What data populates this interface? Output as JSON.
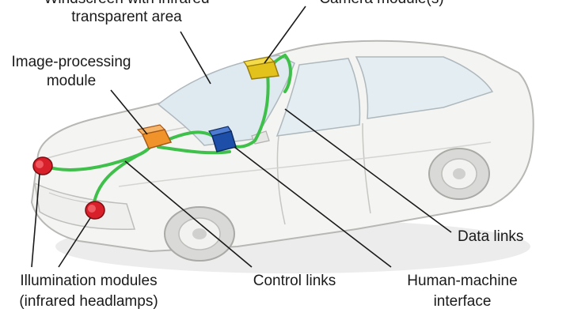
{
  "labels": {
    "windscreen_line1": "Windscreen with infrared",
    "windscreen_line2": "transparent area",
    "camera": "Camera module(s)",
    "image_processing_line1": "Image-processing",
    "image_processing_line2": "module",
    "data_links": "Data links",
    "illumination_line1": "Illumination modules",
    "illumination_line2": "(infrared headlamps)",
    "control_links": "Control links",
    "hmi_line1": "Human-machine",
    "hmi_line2": "interface"
  },
  "colors": {
    "link_green": "#3fc04a",
    "camera_yellow": "#e3c21c",
    "processing_orange": "#f0932b",
    "hmi_blue": "#1d4fa8",
    "headlamp_red": "#d8202a",
    "car_body": "#f4f4f2",
    "car_outline": "#b7b7b4",
    "glass": "#dfeaf0"
  }
}
